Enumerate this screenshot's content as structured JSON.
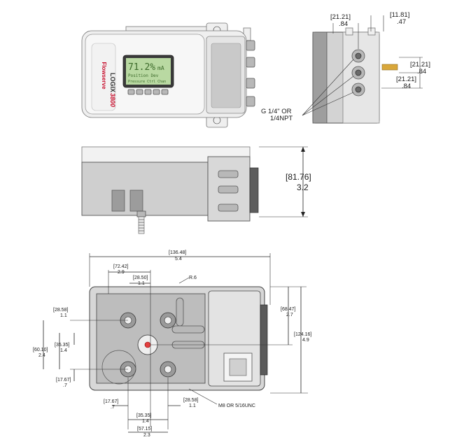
{
  "front_view": {
    "brand": "Flowserve",
    "product": "LOGIX",
    "model": "3800",
    "lcd_line1": "71.2%",
    "lcd_line1_unit": "mA",
    "lcd_line2": "Position Dev",
    "lcd_line3": "Pressure Ctrl Chan"
  },
  "side_view": {
    "dims": [
      {
        "mm": "[21.21]",
        "in": ".84"
      },
      {
        "mm": "[11.81]",
        "in": ".47"
      },
      {
        "mm": "[21.21]",
        "in": ".84"
      },
      {
        "mm": "[21.21]",
        "in": ".84"
      }
    ],
    "port_note_line1": "G 1/4\" OR",
    "port_note_line2": "1/4NPT"
  },
  "elevation_view": {
    "height_mm": "[81.76]",
    "height_in": "3.2"
  },
  "bottom_view": {
    "overall_width_mm": "[136.48]",
    "overall_width_in": "5.4",
    "d_72_mm": "[72.42]",
    "d_72_in": "2.9",
    "d_28_50_mm": "[28.50]",
    "d_28_50_in": "1.1",
    "r_label": "R.6",
    "d_68_mm": "[68.47]",
    "d_68_in": "2.7",
    "d_124_mm": "[124.16]",
    "d_124_in": "4.9",
    "d_28_58_mm": "[28.58]",
    "d_28_58_in": "1.1",
    "d_35_mm": "[35.35]",
    "d_35_in": "1.4",
    "d_60_mm": "[60.10]",
    "d_60_in": "2.4",
    "d_17_left_mm": "[17.67]",
    "d_17_left_in": ".7",
    "d_17_bottom_mm": "[17.67]",
    "d_17_bottom_in": ".7",
    "d_35_bottom_mm": "[35.35]",
    "d_35_bottom_in": "1.4",
    "d_28_right_mm": "[28.58]",
    "d_28_right_in": "1.1",
    "d_57_mm": "[57.15]",
    "d_57_in": "2.3",
    "thread_note": "M8 OR 5/16UNC"
  }
}
